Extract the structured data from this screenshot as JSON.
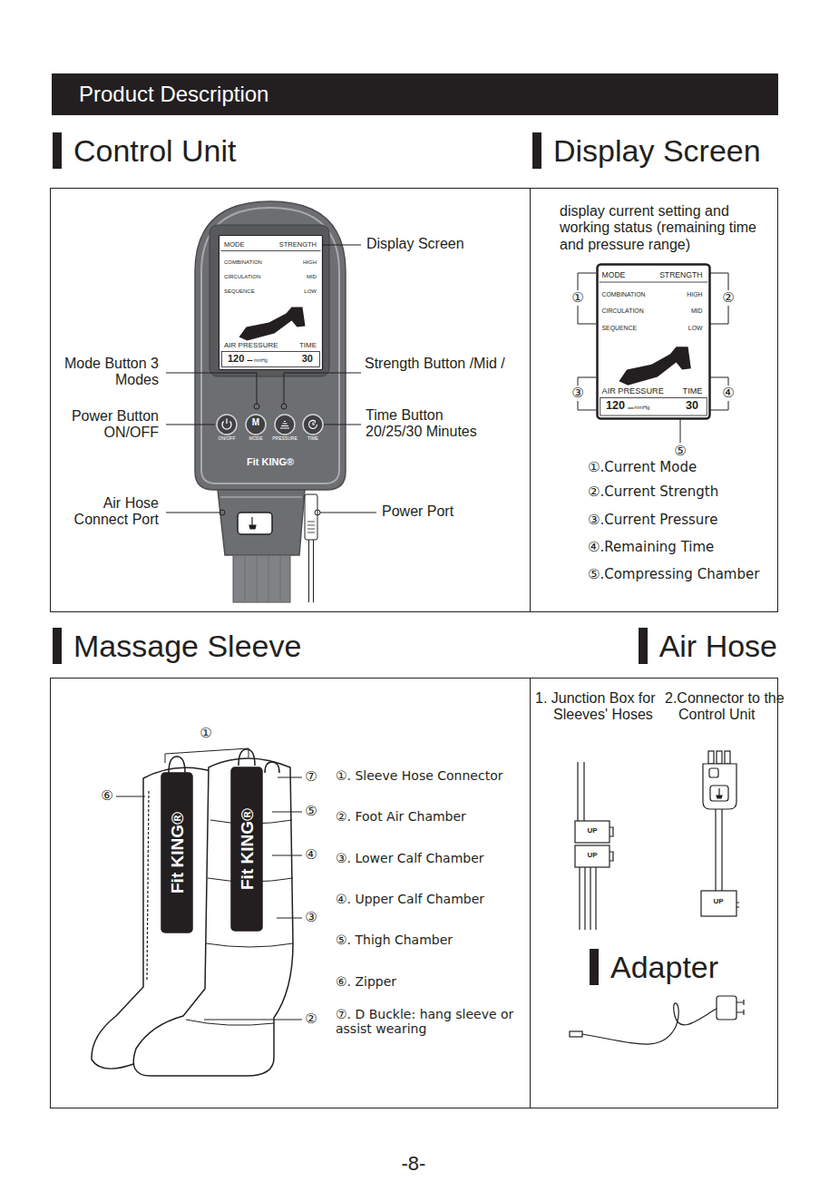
{
  "diagram": {
    "nodes": [
      {
        "text": [
          "Product Description"
        ]
      },
      {
        "text": [
          "Control Unit"
        ]
      },
      {
        "text": [
          "MODE",
          "STRENGTH",
          "COMBINATION",
          "HIGH",
          "CIRCULATION",
          "MID",
          "SEQUENCE",
          "LOW",
          "AIR PRESSURE",
          "TIME",
          "120",
          "mmHg",
          "30"
        ],
        "in": 1
      },
      {
        "text": [
          "Display Screen"
        ]
      },
      {
        "text": [
          "MODE",
          "STRENGTH",
          "COMBINATION",
          "HIGH",
          "CIRCULATION",
          "MID",
          "SEQUENCE",
          "LOW",
          "AIR PRESSURE",
          "TIME",
          "120",
          "mmHg",
          "30"
        ],
        "in": 3
      },
      {
        "text": [
          "Massage Sleeve"
        ]
      },
      {
        "text": [
          "Air Hose"
        ]
      }
    ],
    "labels": [
      "Display Screen",
      "Mode Button 3 Modes",
      "Strength Button /Mid /",
      "Power Button ON/OFF",
      "Time Button 20/25/30 Minutes",
      "Air Hose Connect Port",
      "Power Port",
      "M",
      "ON/OFF",
      "MODE",
      "PRESSURE",
      "TIME",
      "Fit KING®",
      "display current setting and working status (remaining time and pressure range)",
      "①",
      "②",
      "③",
      "④",
      "⑤",
      "①.Current Mode",
      "②.Current Strength",
      "③.Current Pressure",
      "④.Remaining Time",
      "⑤.Compressing Chamber",
      "①",
      "⑥",
      "⑦",
      "⑤",
      "④",
      "③",
      "②",
      "①. Sleeve Hose Connector",
      "②. Foot Air Chamber",
      "③. Lower Calf Chamber",
      "④. Upper Calf Chamber",
      "⑤. Thigh Chamber",
      "⑥. Zipper",
      "⑦. D Buckle: hang sleeve or assist wearing",
      "Fit KING®",
      "Fit KING®",
      "1. Junction Box for Sleeves' Hoses",
      "2.Connector to the Control Unit",
      "UP",
      "UP",
      "UP",
      "Adapter",
      "-8-"
    ]
  }
}
